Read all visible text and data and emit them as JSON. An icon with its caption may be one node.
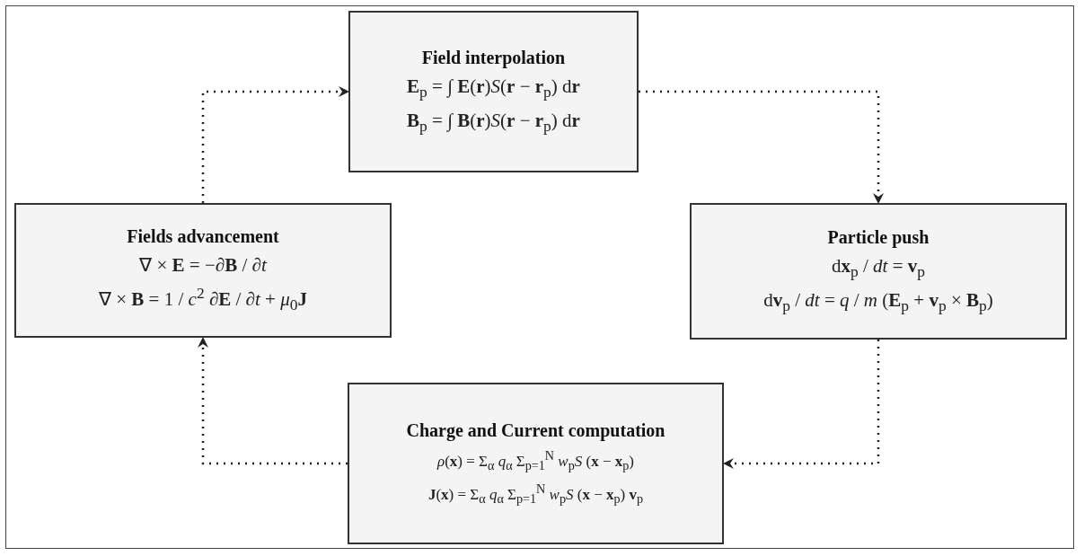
{
  "diagram": {
    "nodes": [
      {
        "text": [
          "Field interpolation",
          "**E**$_{p}$ = ∫ **E**(**r**)*S*(**r** − **r**$_{p}$) d**r**",
          "**B**$_{p}$ = ∫ **B**(**r**)*S*(**r** − **r**$_{p}$) d**r**"
        ]
      },
      {
        "text": [
          "Particle push",
          "d**x**$_{p}$ / *dt* = **v**$_{p}$",
          "d**v**$_{p}$ / *dt* = *q* / *m* (**E**$_{p}$ + **v**$_{p}$ × **B**$_{p}$)"
        ]
      },
      {
        "text": [
          "Charge and Current computation",
          "*ρ*(**x**) = Σ$_{α}$ *q*$_{α}$ Σ$_{p=1}$$^{N}$ *w*$_{p}$*S* (**x** − **x**$_{p}$)",
          "**J**(**x**) = Σ$_{α}$ *q*$_{α}$ Σ$_{p=1}$$^{N}$ *w*$_{p}$*S* (**x** − **x**$_{p}$) **v**$_{p}$"
        ]
      },
      {
        "text": [
          "Fields advancement",
          "∇ × **E** = −∂**B** / ∂*t*",
          "∇ × **B** = 1 / *c*$^{2}$ ∂**E** / ∂*t* + *μ*$_{0}$**J**"
        ]
      }
    ],
    "edges": [
      {
        "from": 0,
        "to": 1,
        "arrow": "to",
        "style": "dashed"
      },
      {
        "from": 1,
        "to": 2,
        "arrow": "to",
        "style": "dashed"
      },
      {
        "from": 2,
        "to": 3,
        "arrow": "to",
        "style": "dashed"
      },
      {
        "from": 3,
        "to": 0,
        "arrow": "to",
        "style": "dashed"
      }
    ]
  }
}
